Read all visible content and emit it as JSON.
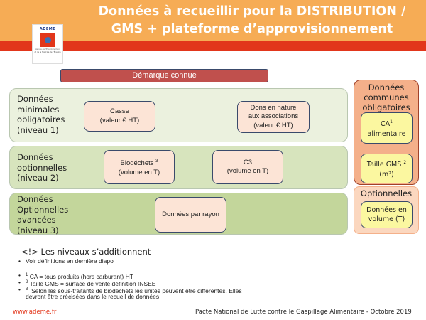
{
  "header": {
    "title_line1": "Données à recueillir pour la DISTRIBUTION /",
    "title_line2": "GMS + plateforme d’approvisionnement"
  },
  "logo": {
    "brand": "ADEME",
    "tagline1": "Agence de l'Environnement",
    "tagline2": "et de la Maîtrise de l'Énergie"
  },
  "colors": {
    "orange": "#f6ac55",
    "red": "#e2361b",
    "level1": "#ebf1de",
    "level2": "#d7e4bd",
    "level3": "#c3d69b",
    "box": "#fce4d6",
    "yellow_box": "#fbf7a0"
  },
  "demarque": "Démarque connue",
  "levels": [
    {
      "label": [
        "Données",
        "minimales",
        "obligatoires",
        "(niveau 1)"
      ],
      "boxes": [
        [
          "Casse",
          "(valeur € HT)"
        ],
        [
          "Dons en nature",
          "aux associations",
          "(valeur € HT)"
        ]
      ]
    },
    {
      "label": [
        "Données",
        "optionnelles",
        "(niveau 2)"
      ],
      "boxes": [
        [
          "Biodéchets",
          "(volume en T)"
        ],
        [
          "C3",
          "(volume en T)"
        ]
      ],
      "footnote_mark": "3"
    },
    {
      "label": [
        "Données",
        "Optionnelles",
        "avancées",
        "(niveau 3)"
      ],
      "boxes": [
        [
          "Données par rayon"
        ]
      ]
    }
  ],
  "right": {
    "common_title": [
      "Données",
      "communes",
      "obligatoires"
    ],
    "ca": {
      "text": "CA",
      "sup": "1",
      "line2": "alimentaire"
    },
    "taille": {
      "text": "Taille GMS ",
      "sup": "2",
      "line2": "(m²)"
    },
    "optional_title": "Optionnelles",
    "volume": [
      "Données en",
      "volume (T)"
    ]
  },
  "notes": {
    "heading": "<!> Les niveaux s’additionnent",
    "bullets": [
      "Voir définitions en dernière diapo",
      "CA = tous produits (hors carburant) HT",
      "Taille GMS = surface de vente définition INSEE",
      "Selon les sous-traitants de biodéchets les unités peuvent être différentes. Elles",
      "devront être précisées dans le recueil de données"
    ],
    "marks": [
      "1",
      "2",
      "3"
    ]
  },
  "footer": {
    "website": "www.ademe.fr",
    "text": "Pacte National de Lutte contre le Gaspillage Alimentaire - Octobre 2019"
  }
}
